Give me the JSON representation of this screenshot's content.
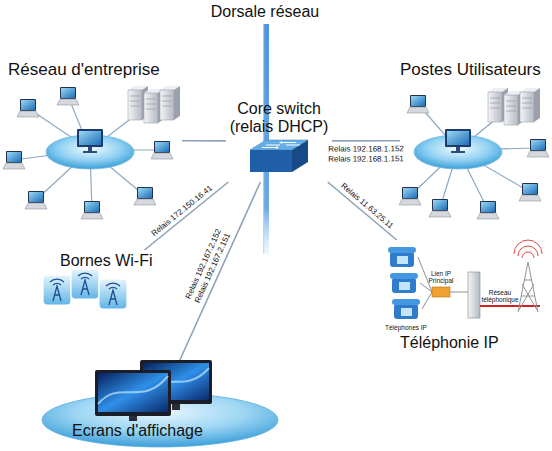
{
  "diagram": {
    "nodes": [
      {
        "text": [
          "Réseau d'entreprise"
        ]
      },
      {
        "text": [
          "Core switch (relais DHCP)"
        ]
      },
      {
        "text": [
          "Postes Utilisateurs"
        ]
      },
      {
        "text": [
          "Bornes Wi-Fi"
        ]
      },
      {
        "text": [
          "Ecrans d'affichage"
        ]
      },
      {
        "text": [
          "Téléphonie IP"
        ]
      }
    ],
    "edges": [
      {
        "from": 1,
        "to": 0,
        "arrow": "none"
      },
      {
        "from": 1,
        "to": 2,
        "label": "Relais 192.168.1.152 Relais 192.168.1.151",
        "arrow": "none"
      },
      {
        "from": 1,
        "to": 3,
        "label": "Relais 172.150.16.41",
        "arrow": "none"
      },
      {
        "from": 1,
        "to": 4,
        "label": "Relais 192.167.2.152 Relais 192.167.2.151",
        "arrow": "none"
      },
      {
        "from": 1,
        "to": 5,
        "label": "Relais 11.63.25.11",
        "arrow": "none"
      }
    ],
    "labels": [
      "Dorsale réseau",
      "Lien IP Principal",
      "Réseau téléphonique",
      "Téléphones IP"
    ]
  }
}
